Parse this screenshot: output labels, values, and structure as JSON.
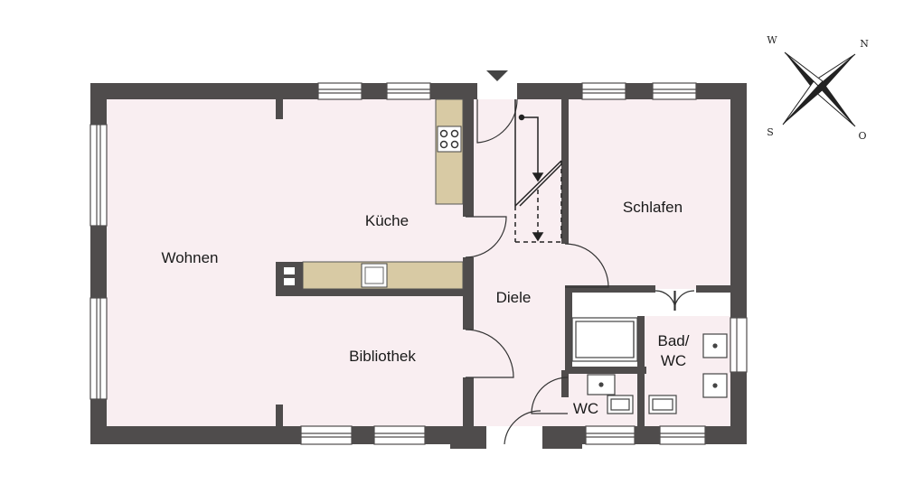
{
  "rooms": {
    "wohnen": "Wohnen",
    "kueche": "Küche",
    "bibliothek": "Bibliothek",
    "diele": "Diele",
    "schlafen": "Schlafen",
    "bad_line1": "Bad/",
    "bad_line2": "WC",
    "wc": "WC"
  },
  "compass": {
    "n": "N",
    "o": "O",
    "s": "S",
    "w": "W"
  },
  "colors": {
    "wall": "#4f4c4c",
    "floor": "#f9eef1",
    "fixture": "#d8caa4",
    "line": "#333333"
  }
}
